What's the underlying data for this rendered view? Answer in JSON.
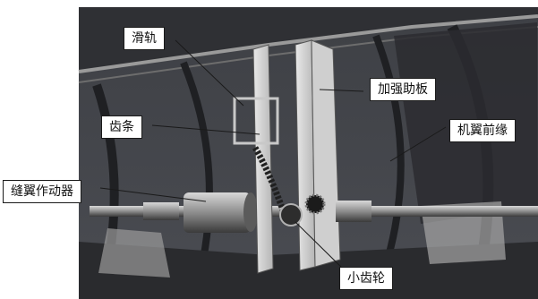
{
  "labels": {
    "slide_rail": "滑轨",
    "rack": "齿条",
    "slat_actuator": "缝翼作动器",
    "stiffener": "加强助板",
    "wing_leading_edge": "机翼前缘",
    "pinion": "小齿轮"
  }
}
